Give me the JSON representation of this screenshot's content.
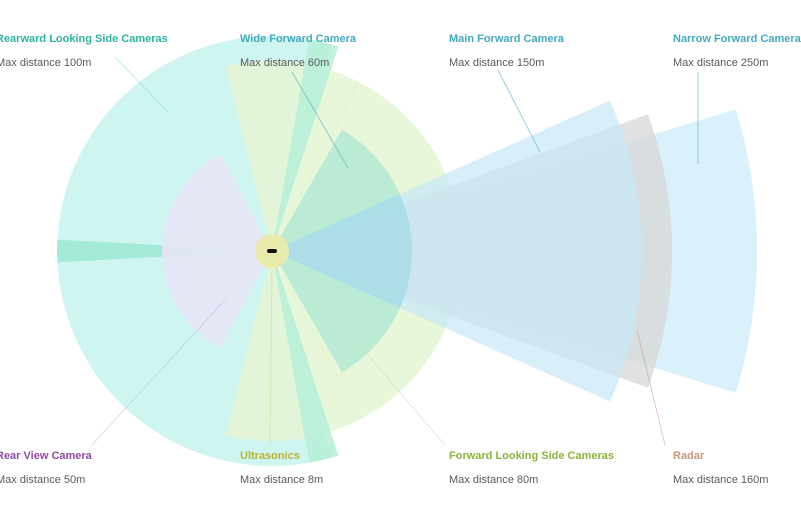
{
  "sensors": {
    "rearward_side": {
      "title": "Rearward Looking Side Cameras",
      "distance": "Max distance 100m",
      "color": "#2bb5a0"
    },
    "wide_forward": {
      "title": "Wide Forward Camera",
      "distance": "Max distance 60m",
      "color": "#45a9bf"
    },
    "main_forward": {
      "title": "Main Forward Camera",
      "distance": "Max distance 150m",
      "color": "#45a9bf"
    },
    "narrow_forward": {
      "title": "Narrow Forward Camera",
      "distance": "Max distance 250m",
      "color": "#45a9bf"
    },
    "rear_view": {
      "title": "Rear View Camera",
      "distance": "Max distance 50m",
      "color": "#8e4aa0"
    },
    "ultrasonics": {
      "title": "Ultrasonics",
      "distance": "Max distance 8m",
      "color": "#b9b232"
    },
    "forward_side": {
      "title": "Forward Looking Side Cameras",
      "distance": "Max distance 80m",
      "color": "#8fb13c"
    },
    "radar": {
      "title": "Radar",
      "distance": "Max distance 160m",
      "color": "#c89a7a"
    }
  },
  "fill_colors": {
    "rearward": "#c9f4ee",
    "rearward_strip": "#9fe9d6",
    "forward_side": "#e6f5d5",
    "wide": "#b6ead4",
    "rear_view": "#e5e6f4",
    "main": "#c7e8f6",
    "narrow": "#d6eefa",
    "radar": "#d7d7d7",
    "ultrasonic": "#e9eaa8"
  }
}
